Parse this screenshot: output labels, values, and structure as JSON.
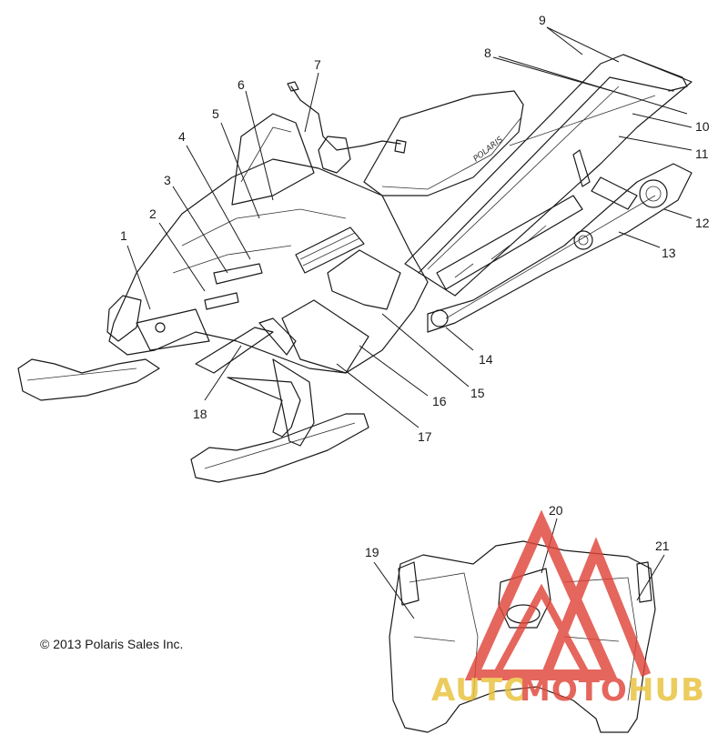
{
  "copyright": "© 2013 Polaris Sales Inc.",
  "seat_logo": "POLARIS",
  "callouts": [
    "1",
    "2",
    "3",
    "4",
    "5",
    "6",
    "7",
    "8",
    "9",
    "10",
    "11",
    "12",
    "13",
    "14",
    "15",
    "16",
    "17",
    "18",
    "19",
    "20",
    "21"
  ],
  "watermark": {
    "part1": "AUTO",
    "part2": "MOTO",
    "part3": "HUB",
    "color_gold": "#e8c23a",
    "color_red": "#e0453a"
  }
}
